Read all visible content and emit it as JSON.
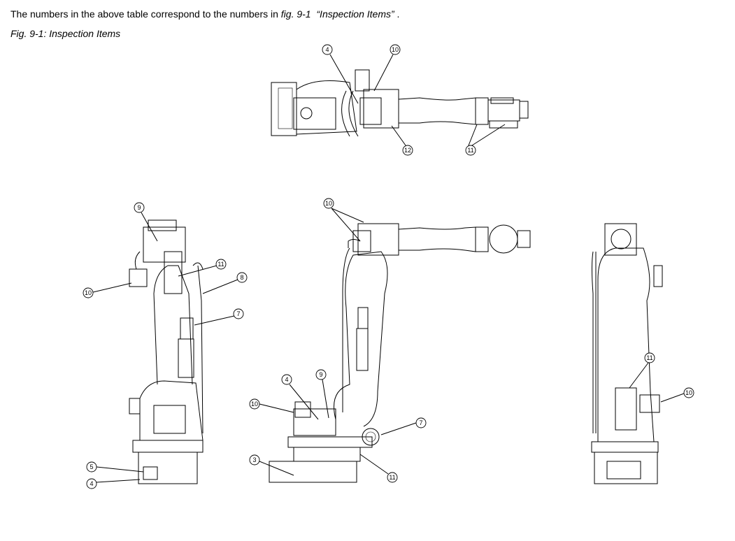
{
  "intro": {
    "text_before": "The numbers in the above table correspond to the numbers in ",
    "ref_fig": "fig. 9-1",
    "ref_title": "“Inspection Items”",
    "text_after": " ."
  },
  "figure_caption": "Fig. 9-1: Inspection Items",
  "callouts": {
    "top": [
      "4",
      "10",
      "12",
      "11"
    ],
    "left": [
      "9",
      "11",
      "8",
      "10",
      "7",
      "5",
      "4"
    ],
    "front": [
      "10",
      "4",
      "9",
      "10",
      "7",
      "3",
      "11"
    ],
    "right": [
      "11",
      "10"
    ]
  }
}
